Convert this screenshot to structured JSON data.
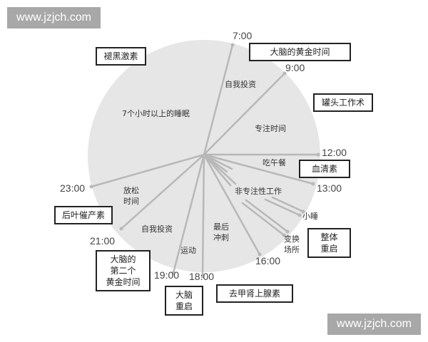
{
  "watermarks": {
    "top": "www.jzjch.com",
    "bottom": "www.jzjch.com"
  },
  "colors": {
    "pie_fill": "#e6e6e6",
    "line": "#b8b8b8",
    "box_border": "#222222",
    "watermark_bg": "#a8a8a8"
  },
  "times": {
    "t0700": "7:00",
    "t0900": "9:00",
    "t1200": "12:00",
    "t1300": "13:00",
    "t1600": "16:00",
    "t1800": "18:00",
    "t1900": "19:00",
    "t2100": "21:00",
    "t2300": "23:00"
  },
  "segments": {
    "sleep": "7个小时以上的睡眠",
    "self_invest_morning": "自我投资",
    "focus_time": "专注时间",
    "lunch": "吃午餐",
    "non_focus_work": "非专注性工作",
    "nap": "小睡",
    "change_place": "变换\n场所",
    "final_sprint": "最后\n冲刺",
    "exercise": "运动",
    "self_invest_evening": "自我投资",
    "relax_time": "放松\n时间"
  },
  "hormone_boxes": {
    "melatonin": "褪黑激素",
    "golden_time": "大脑的黄金时间",
    "can_work": "罐头工作术",
    "serotonin": "血清素",
    "full_restart": "整体\n重启",
    "noradrenaline": "去甲肾上腺素",
    "brain_restart": "大脑\n重启",
    "second_golden_time": "大脑的\n第二个\n黄金时间",
    "oxytocin": "后叶催产素"
  }
}
